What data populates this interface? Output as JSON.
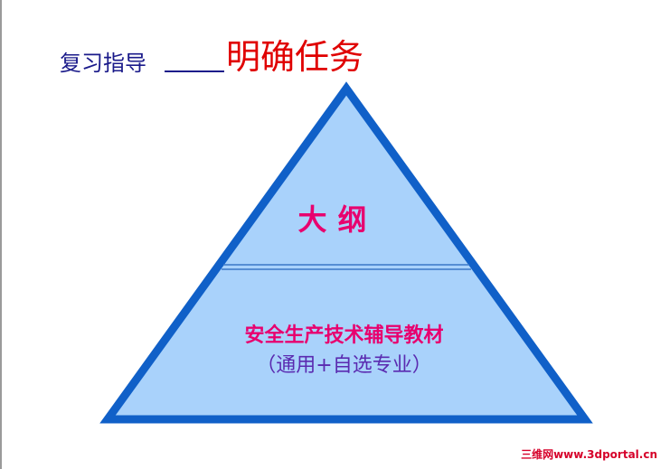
{
  "title": {
    "prefix": "复习指导",
    "main": "明确任务"
  },
  "pyramid": {
    "top_label": "大纲",
    "bottom_label_line1": "安全生产技术辅导教材",
    "bottom_label_line2": "（通用+自选专业）"
  },
  "watermark": "三维网www.3dportal.cn",
  "colors": {
    "pyramid_fill": "#a9d2fb",
    "pyramid_border": "#1060c8",
    "title_prefix": "#1a1a8a",
    "title_main": "#e00000",
    "label_pink": "#e8006e",
    "label_purple": "#5a2ab0"
  }
}
